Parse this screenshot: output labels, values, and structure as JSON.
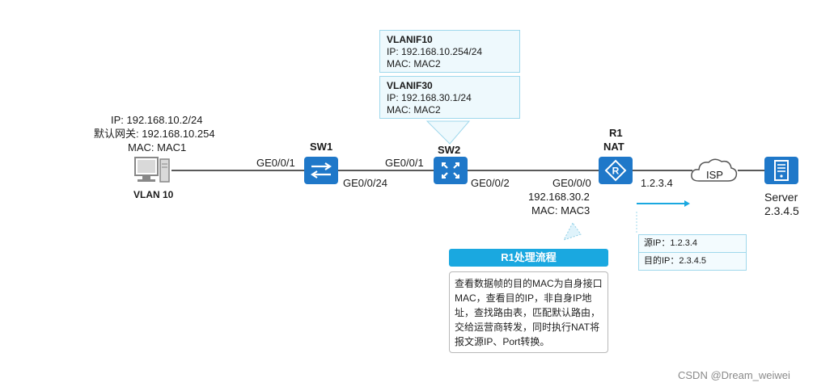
{
  "pc": {
    "ip": "IP: 192.168.10.2/24",
    "gateway": "默认网关: 192.168.10.254",
    "mac": "MAC: MAC1",
    "vlan": "VLAN 10"
  },
  "sw1": {
    "name": "SW1",
    "port_left": "GE0/0/1",
    "port_right": "GE0/0/24"
  },
  "sw2": {
    "name": "SW2",
    "port_left": "GE0/0/1",
    "port_right": "GE0/0/2",
    "vlanif10": {
      "title": "VLANIF10",
      "ip": "IP: 192.168.10.254/24",
      "mac": "MAC: MAC2"
    },
    "vlanif30": {
      "title": "VLANIF30",
      "ip": "IP: 192.168.30.1/24",
      "mac": "MAC: MAC2"
    }
  },
  "r1": {
    "name": "R1",
    "role": "NAT",
    "port": "GE0/0/0",
    "ip": "192.168.30.2",
    "mac": "MAC: MAC3",
    "public_ip": "1.2.3.4"
  },
  "isp": {
    "label": "ISP"
  },
  "server": {
    "name": "Server",
    "ip": "2.3.4.5"
  },
  "packet": {
    "src": "源IP：1.2.3.4",
    "dst": "目的IP：2.3.4.5"
  },
  "flow": {
    "title": "R1处理流程",
    "text": "查看数据帧的目的MAC为自身接口MAC，查看目的IP，非自身IP地址，查找路由表，匹配默认路由，交给运营商转发，同时执行NAT将报文源IP、Port转换。"
  },
  "watermark": "CSDN @Dream_weiwei",
  "colors": {
    "device": "#1f78c9",
    "accent": "#1aa8e0",
    "box_border": "#9fd8ec"
  }
}
